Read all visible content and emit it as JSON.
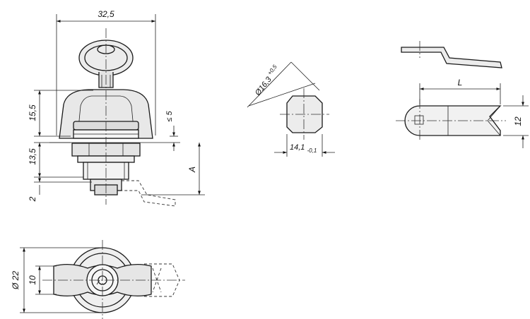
{
  "colors": {
    "line": "#1a1a1a",
    "body_fill": "#e9e9e9",
    "background": "#ffffff"
  },
  "dimensions": {
    "width_32_5": "32,5",
    "height_15_5": "15,5",
    "height_13_5": "13,5",
    "thickness_2": "2",
    "panel_max_5": "≤ 5",
    "height_A": "A",
    "dia_16_3": "Ø16,3",
    "dia_16_3_tol": "+0,5",
    "across_flats_14_1": "14,1",
    "across_flats_tol": "-0,1",
    "length_L": "L",
    "width_12": "12",
    "dia_22": "Ø 22",
    "width_10": "10"
  }
}
